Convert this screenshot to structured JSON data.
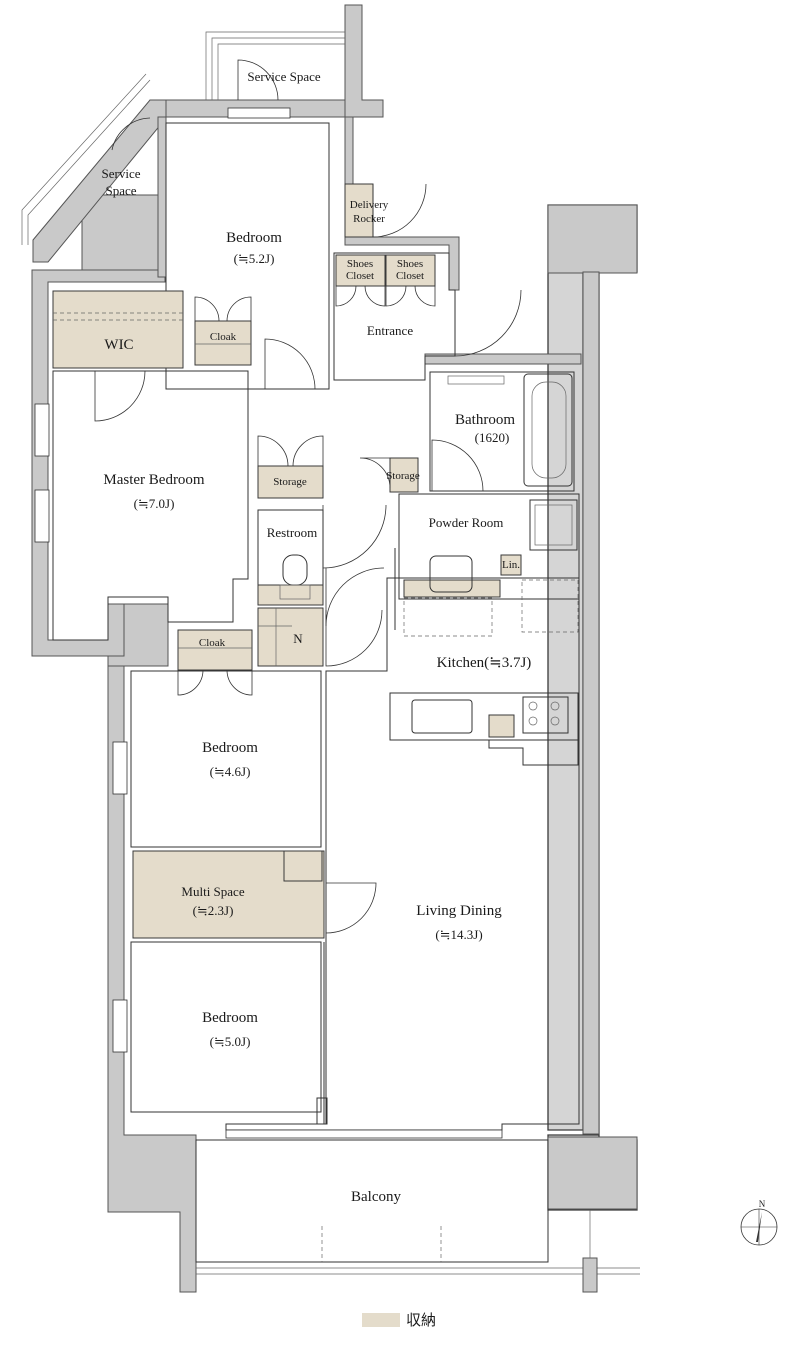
{
  "rooms": {
    "service_space_top": "Service Space",
    "service_space_left_1": "Service",
    "service_space_left_2": "Space",
    "delivery_rocker_1": "Delivery",
    "delivery_rocker_2": "Rocker",
    "bedroom_top": "Bedroom",
    "bedroom_top_size": "(≒5.2J)",
    "shoes_closet_1a": "Shoes",
    "shoes_closet_1b": "Closet",
    "shoes_closet_2a": "Shoes",
    "shoes_closet_2b": "Closet",
    "entrance": "Entrance",
    "wic": "WIC",
    "cloak_top": "Cloak",
    "bathroom": "Bathroom",
    "bathroom_size": "(1620)",
    "master_bedroom": "Master Bedroom",
    "master_bedroom_size": "(≒7.0J)",
    "storage_left": "Storage",
    "storage_right": "Storage",
    "restroom": "Restroom",
    "powder_room": "Powder Room",
    "lin": "Lin.",
    "n": "N",
    "cloak_mid": "Cloak",
    "kitchen": "Kitchen(≒3.7J)",
    "bedroom_mid": "Bedroom",
    "bedroom_mid_size": "(≒4.6J)",
    "multi_space": "Multi Space",
    "multi_space_size": "(≒2.3J)",
    "living_dining": "Living Dining",
    "living_dining_size": "(≒14.3J)",
    "bedroom_bottom": "Bedroom",
    "bedroom_bottom_size": "(≒5.0J)",
    "balcony": "Balcony"
  },
  "compass": {
    "label": "N"
  },
  "legend": {
    "label": "収納",
    "color": "#e4dccb"
  }
}
